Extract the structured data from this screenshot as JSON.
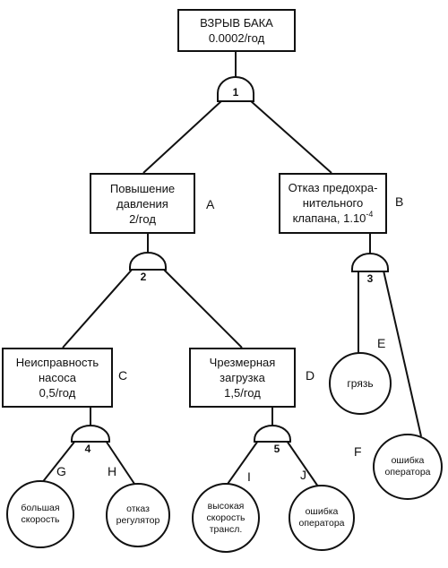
{
  "top_event": {
    "line1": "ВЗРЫВ БАКА",
    "line2": "0.0002/год"
  },
  "gates": {
    "g1": "1",
    "g2": "2",
    "g3": "3",
    "g4": "4",
    "g5": "5"
  },
  "events": {
    "A": {
      "line1": "Повышение",
      "line2": "давления",
      "line3": "2/год",
      "label": "A"
    },
    "B": {
      "line1": "Отказ предохра-",
      "line2": "нительного",
      "line3": "клапана, 1.10",
      "exp": "-4",
      "label": "B"
    },
    "C": {
      "line1": "Неисправность",
      "line2": "насоса",
      "line3": "0,5/год",
      "label": "C"
    },
    "D": {
      "line1": "Чрезмерная",
      "line2": "загрузка",
      "line3": "1,5/год",
      "label": "D"
    }
  },
  "basic_events": {
    "E": {
      "text": "грязь",
      "label": "E"
    },
    "F": {
      "line1": "ошибка",
      "line2": "оператора",
      "label": "F"
    },
    "G": {
      "line1": "большая",
      "line2": "скорость",
      "label": "G"
    },
    "H": {
      "line1": "отказ",
      "line2": "регулятор",
      "label": "H"
    },
    "I": {
      "line1": "высокая",
      "line2": "скорость",
      "line3": "трансл.",
      "label": "I"
    },
    "J": {
      "line1": "ошибка",
      "line2": "оператора",
      "label": "J"
    }
  }
}
